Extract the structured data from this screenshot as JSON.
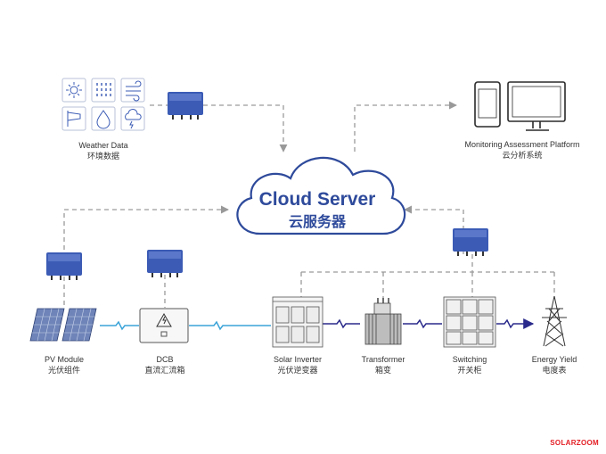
{
  "cloud": {
    "title": "Cloud Server",
    "subtitle": "云服务器"
  },
  "weather": {
    "label_en": "Weather Data",
    "label_zh": "环境数据",
    "icons": [
      "sun-icon",
      "rain-icon",
      "wind-icon",
      "wind-sock-icon",
      "humidity-drop-icon",
      "cloud-lightning-icon"
    ]
  },
  "platform": {
    "label_en": "Monitoring Assessment Platform",
    "label_zh": "云分析系统"
  },
  "nodes": [
    {
      "id": "pv",
      "en": "PV Module",
      "zh": "光伏组件"
    },
    {
      "id": "dcb",
      "en": "DCB",
      "zh": "直流汇流箱"
    },
    {
      "id": "inverter",
      "en": "Solar Inverter",
      "zh": "光伏逆变器"
    },
    {
      "id": "transformer",
      "en": "Transformer",
      "zh": "箱变"
    },
    {
      "id": "switching",
      "en": "Switching",
      "zh": "开关柜"
    },
    {
      "id": "energy",
      "en": "Energy Yield",
      "zh": "电度表"
    }
  ],
  "brand": "SOLARZOOM",
  "colors": {
    "accent": "#2e4a9b",
    "line_dc": "#3aa3d8",
    "line_ac": "#2a2a8c",
    "dash": "#999999",
    "device": "#3b5bb5"
  }
}
